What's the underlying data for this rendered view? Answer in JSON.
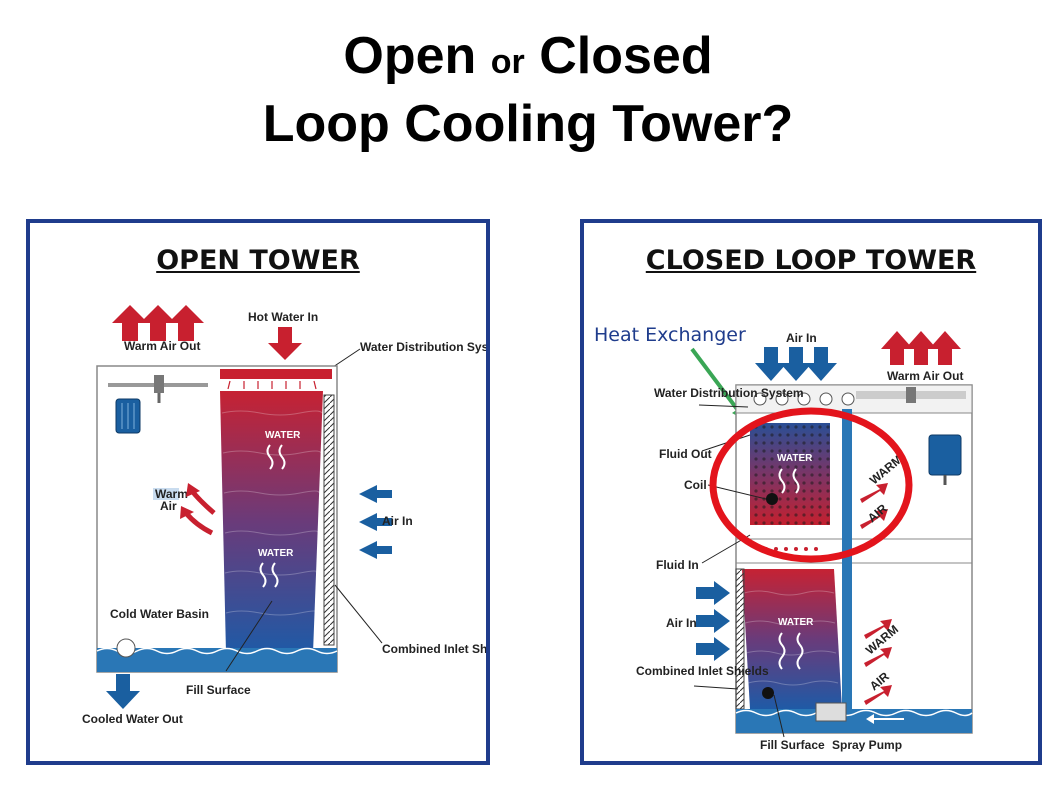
{
  "title": {
    "open": "Open",
    "or": "or",
    "closed": "Closed",
    "line2": "Loop Cooling Tower?"
  },
  "open_panel": {
    "heading": "OPEN TOWER",
    "labels": {
      "warm_air_out": "Warm Air Out",
      "hot_water_in": "Hot Water In",
      "water_distribution_system": "Water Distribution System",
      "water_top": "WATER",
      "water_bottom": "WATER",
      "warm_air_1": "Warm",
      "warm_air_2": "Air",
      "air_in": "Air In",
      "cold_water_basin": "Cold Water Basin",
      "combined_inlet_shields": "Combined Inlet Shields",
      "fill_surface": "Fill Surface",
      "cooled_water_out": "Cooled Water Out"
    }
  },
  "closed_panel": {
    "heading": "CLOSED LOOP TOWER",
    "labels": {
      "heat_exchanger": "Heat Exchanger",
      "air_in_top": "Air In",
      "warm_air_out": "Warm Air Out",
      "water_distribution_system": "Water Distribution System",
      "fluid_out": "Fluid Out",
      "coil": "Coil",
      "fluid_in": "Fluid In",
      "air_in_side": "Air In",
      "combined_inlet_shields": "Combined Inlet Shields",
      "fill_surface": "Fill Surface",
      "spray_pump": "Spray Pump",
      "water_coil": "WATER",
      "water_fill": "WATER",
      "warm_1": "WARM",
      "air_1": "AIR",
      "warm_2": "WARM",
      "air_2": "AIR"
    }
  },
  "colors": {
    "border": "#1f3c8c",
    "arrow_red": "#c8202f",
    "arrow_blue": "#1a5fa0",
    "highlight_red": "#e3141c",
    "pointer_green": "#3aa655",
    "water_blue": "#2a77b6"
  }
}
